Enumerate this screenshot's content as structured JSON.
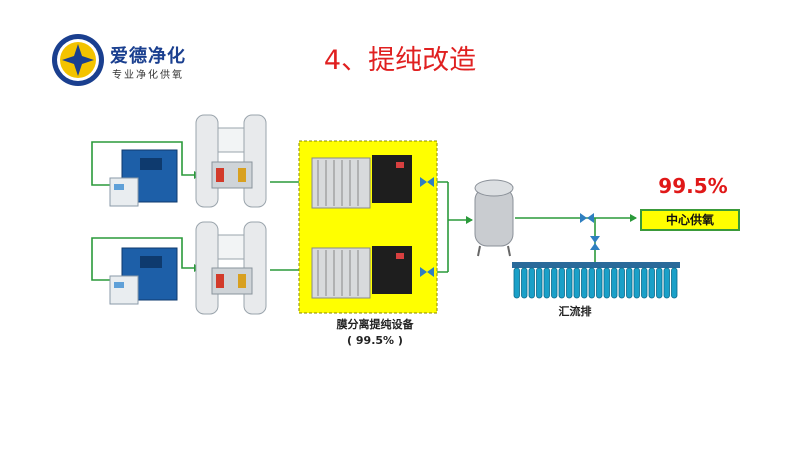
{
  "brand": {
    "name": "爱德净化",
    "slogan": "专业净化供氧"
  },
  "slide": {
    "title": "4、提纯改造"
  },
  "diagram": {
    "membrane_unit_label": "膜分离提纯设备",
    "membrane_unit_purity": "( 99.5% )",
    "manifold_label": "汇流排",
    "output_purity": "99.5%",
    "output_label": "中心供氧"
  },
  "colors": {
    "title_red": "#e02020",
    "pipe_green": "#2a9a3a",
    "highlight_yellow": "#ffff00",
    "brand_blue": "#1a3f8f",
    "cylinder_blue": "#1aa0c8"
  }
}
